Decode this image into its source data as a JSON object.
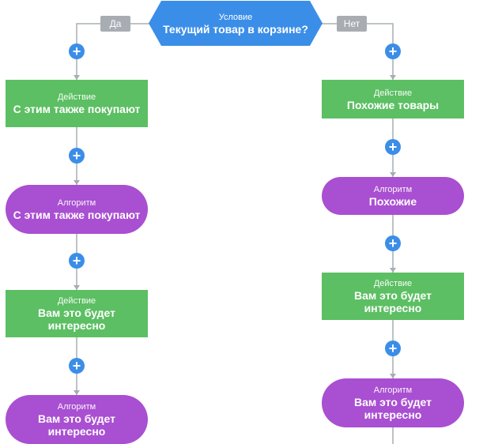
{
  "condition": {
    "kind": "Условие",
    "title": "Текущий товар в корзине?"
  },
  "branches": {
    "yes": "Да",
    "no": "Нет"
  },
  "left": [
    {
      "kind": "Действие",
      "title": "С этим также покупают"
    },
    {
      "kind": "Алгоритм",
      "title": "С этим также покупают"
    },
    {
      "kind": "Действие",
      "title": "Вам это будет интересно"
    },
    {
      "kind": "Алгоритм",
      "title": "Вам это будет интересно"
    }
  ],
  "right": [
    {
      "kind": "Действие",
      "title": "Похожие товары"
    },
    {
      "kind": "Алгоритм",
      "title": "Похожие"
    },
    {
      "kind": "Действие",
      "title": "Вам это будет интересно"
    },
    {
      "kind": "Алгоритм",
      "title": "Вам это будет интересно"
    }
  ],
  "add_symbol": "+",
  "colors": {
    "condition": "#3b8ee8",
    "action": "#5cbf63",
    "algorithm": "#a94fd1",
    "branch_label": "#a7adb3",
    "add_button": "#3b8ee8",
    "connector": "#a7adb3"
  }
}
